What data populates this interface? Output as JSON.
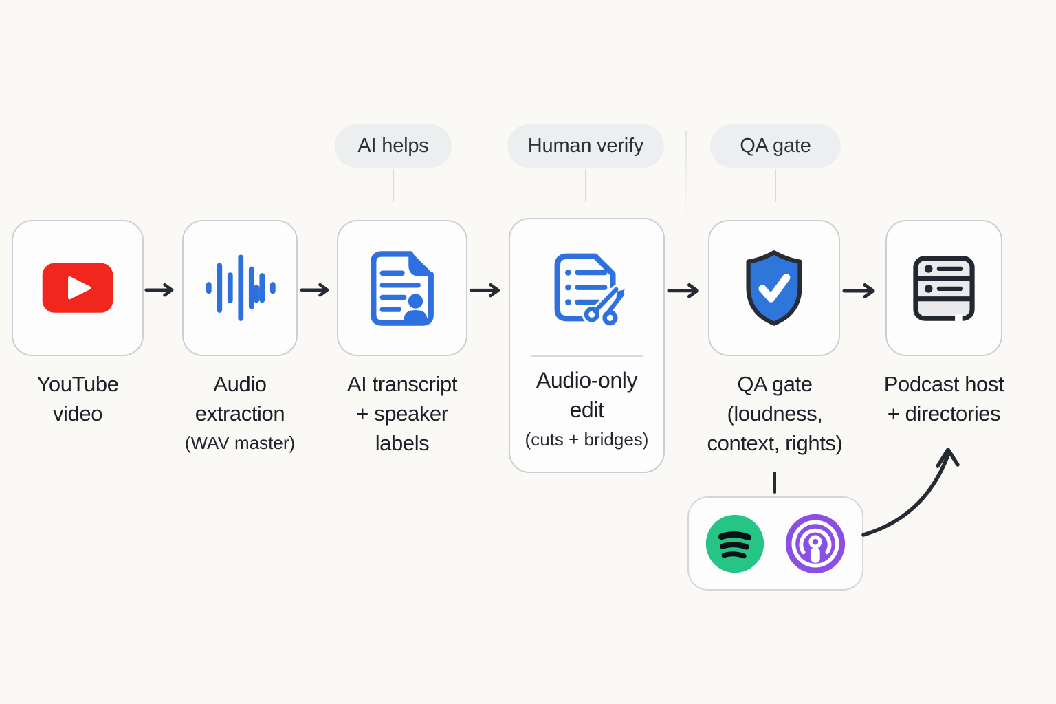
{
  "diagram": {
    "annotations": [
      {
        "label": "AI helps"
      },
      {
        "label": "Human verify"
      },
      {
        "label": "QA gate"
      }
    ],
    "nodes": [
      {
        "id": "youtube-video",
        "icon": "youtube-play-icon",
        "lines": [
          "YouTube",
          "video"
        ]
      },
      {
        "id": "audio-extraction",
        "icon": "audio-waveform-icon",
        "lines": [
          "Audio",
          "extraction"
        ],
        "subtitle": "(WAV master)"
      },
      {
        "id": "ai-transcript",
        "icon": "transcript-speaker-document-icon",
        "lines": [
          "AI transcript",
          "+ speaker",
          "labels"
        ]
      },
      {
        "id": "audio-only-edit",
        "icon": "document-scissors-icon",
        "lines": [
          "Audio-only",
          "edit"
        ],
        "subtitle": "(cuts + bridges)"
      },
      {
        "id": "qa-gate",
        "icon": "shield-check-icon",
        "lines": [
          "QA gate",
          "(loudness,",
          "context, rights)"
        ]
      },
      {
        "id": "podcast-host",
        "icon": "server-stack-icon",
        "lines": [
          "Podcast host",
          "+ directories"
        ]
      }
    ],
    "platforms": {
      "icons": [
        "spotify-icon",
        "apple-podcasts-icon"
      ]
    },
    "colors": {
      "background": "#faf9f6",
      "accent_blue": "#2e71de",
      "youtube_red": "#f1271d",
      "spotify_green": "#27c585",
      "apple_podcasts_purple": "#8a4fe3",
      "shield_blue": "#2e76d9",
      "outline_dark": "#262b33",
      "text_dark": "#1b1f27",
      "card_border": "#cdced3",
      "pill_bg": "#eceef0"
    }
  }
}
